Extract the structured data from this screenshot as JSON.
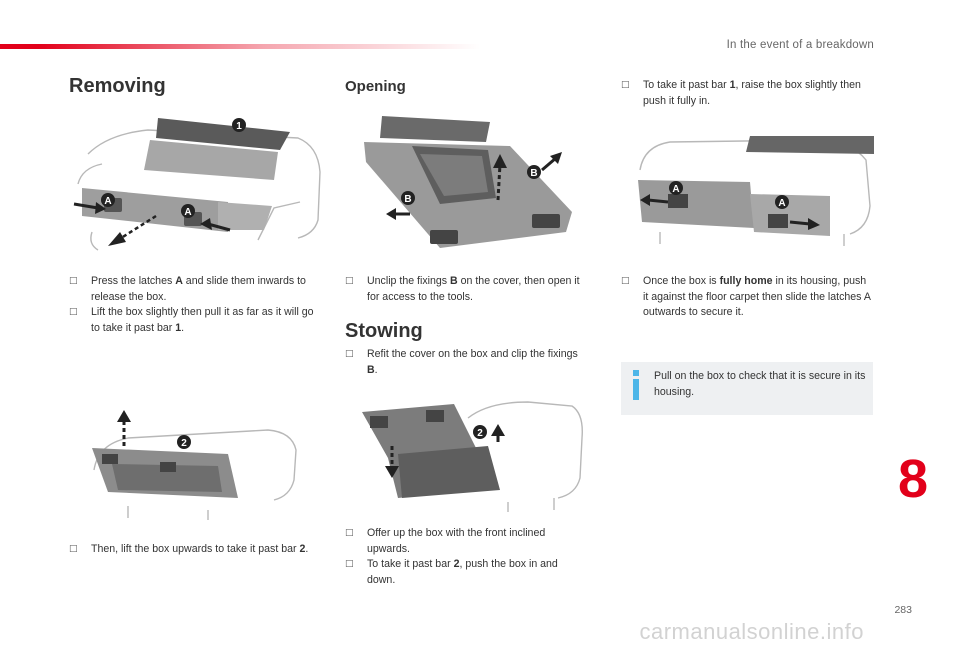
{
  "header": {
    "section": "In the event of a breakdown"
  },
  "colors": {
    "accent": "#e2001a",
    "info_bg": "#eef0f2",
    "info_icon": "#4db6e8"
  },
  "removing": {
    "title": "Removing",
    "steps_a": [
      {
        "pre": "Press the latches ",
        "bold": "A",
        "post": " and slide them inwards to release the box."
      },
      {
        "pre": "Lift the box slightly then pull it as far as it will go to take it past bar ",
        "bold": "1",
        "post": "."
      }
    ],
    "steps_b": [
      {
        "pre": "Then, lift the box upwards to take it past bar ",
        "bold": "2",
        "post": "."
      }
    ]
  },
  "opening": {
    "title": "Opening",
    "steps": [
      {
        "pre": "Unclip the fixings ",
        "bold": "B",
        "post": " on the cover, then open it for access to the tools."
      }
    ]
  },
  "stowing": {
    "title": "Stowing",
    "steps_a": [
      {
        "pre": "Refit the cover on the box and clip the fixings ",
        "bold": "B",
        "post": "."
      }
    ],
    "steps_b": [
      {
        "pre": "Offer up the box with the front inclined upwards.",
        "bold": "",
        "post": ""
      },
      {
        "pre": "To take it past bar ",
        "bold": "2",
        "post": ", push the box in and down."
      }
    ]
  },
  "right": {
    "steps_a": [
      {
        "pre": "To take it past bar ",
        "bold": "1",
        "post": ", raise the box slightly then push it fully in."
      }
    ],
    "steps_b": [
      {
        "pre": "Once the box is ",
        "bold": "fully home",
        "post": " in its housing, push it against the floor carpet then slide the latches A outwards to secure it."
      }
    ],
    "info_text": "Pull on the box to check that it is secure in its housing."
  },
  "illustrations": {
    "removing_top": {
      "labels": [
        "1",
        "A",
        "A"
      ]
    },
    "removing_bottom": {
      "labels": [
        "2"
      ]
    },
    "opening": {
      "labels": [
        "B",
        "B"
      ]
    },
    "stowing": {
      "labels": [
        "2"
      ]
    },
    "right_top": {
      "labels": [
        "A",
        "A"
      ]
    }
  },
  "bullet_glyph": "□",
  "chapter_number": "8",
  "page_number": "283",
  "watermark": "carmanualsonline.info"
}
